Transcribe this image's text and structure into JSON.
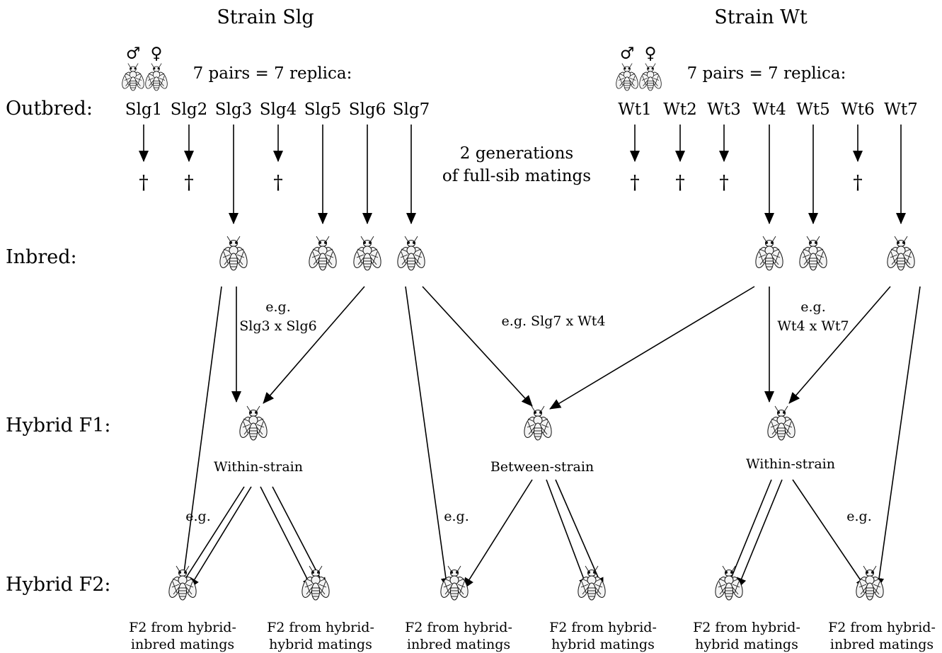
{
  "diagram": {
    "strain_slg_title": "Strain Slg",
    "strain_wt_title": "Strain Wt",
    "male_symbol": "♂",
    "female_symbol": "♀",
    "pairs_label": "7 pairs = 7 replica:",
    "rows": {
      "outbred": "Outbred:",
      "inbred": "Inbred:",
      "hybrid_f1": "Hybrid F1:",
      "hybrid_f2": "Hybrid F2:"
    },
    "slg_lines": [
      "Slg1",
      "Slg2",
      "Slg3",
      "Slg4",
      "Slg5",
      "Slg6",
      "Slg7"
    ],
    "wt_lines": [
      "Wt1",
      "Wt2",
      "Wt3",
      "Wt4",
      "Wt5",
      "Wt6",
      "Wt7"
    ],
    "dagger": "†",
    "generations_line1": "2 generations",
    "generations_line2": "of full-sib matings",
    "example_slg_eg": "e.g.",
    "example_slg_cross": "Slg3 x Slg6",
    "example_between_cross": "e.g. Slg7 x Wt4",
    "example_wt_eg": "e.g.",
    "example_wt_cross": "Wt4 x Wt7",
    "f1_within_left": "Within-strain",
    "f1_between": "Between-strain",
    "f1_within_right": "Within-strain",
    "eg_f2_a": "e.g.",
    "eg_f2_b": "e.g.",
    "eg_f2_c": "e.g.",
    "f2_labels": [
      {
        "line1": "F2 from hybrid-",
        "line2": "inbred matings"
      },
      {
        "line1": "F2 from hybrid-",
        "line2": "hybrid matings"
      },
      {
        "line1": "F2 from hybrid-",
        "line2": "inbred matings"
      },
      {
        "line1": "F2 from hybrid-",
        "line2": "hybrid matings"
      },
      {
        "line1": "F2 from hybrid-",
        "line2": "hybrid matings"
      },
      {
        "line1": "F2 from hybrid-",
        "line2": "inbred matings"
      }
    ]
  }
}
